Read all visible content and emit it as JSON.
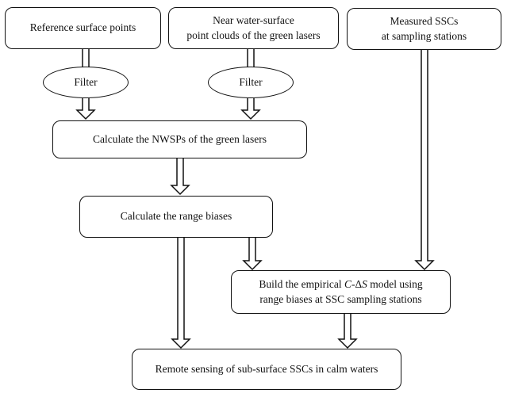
{
  "figure": {
    "background_color": "#ffffff",
    "line_color": "#111111",
    "type": "flowchart"
  },
  "nodes": {
    "reference_surface_points": {
      "label": "Reference surface points"
    },
    "near_water_surface": {
      "label": "Near water-surface\npoint clouds of the green lasers"
    },
    "measured_sscs": {
      "label": "Measured SSCs\nat sampling stations"
    },
    "filter_left": {
      "label": "Filter"
    },
    "filter_right": {
      "label": "Filter"
    },
    "calculate_nwsps": {
      "label": "Calculate the NWSPs of the green lasers"
    },
    "calculate_range_biases": {
      "label": "Calculate the range biases"
    },
    "build_model": {
      "line1_prefix": "Build the empirical ",
      "line1_var1": "C",
      "line1_mid": "-Δ",
      "line1_var2": "S",
      "line1_suffix": " model using",
      "line2": "range biases at SSC sampling stations"
    },
    "remote_sensing": {
      "label": "Remote sensing of sub-surface SSCs in calm waters"
    }
  },
  "edges": [
    {
      "from": "reference_surface_points",
      "to": "filter_left",
      "arrowhead": false
    },
    {
      "from": "filter_left",
      "to": "calculate_nwsps",
      "arrowhead": true
    },
    {
      "from": "near_water_surface",
      "to": "filter_right",
      "arrowhead": false
    },
    {
      "from": "filter_right",
      "to": "calculate_nwsps",
      "arrowhead": true
    },
    {
      "from": "measured_sscs",
      "to": "build_model",
      "arrowhead": true
    },
    {
      "from": "calculate_nwsps",
      "to": "calculate_range_biases",
      "arrowhead": true
    },
    {
      "from": "calculate_range_biases",
      "to": "remote_sensing",
      "arrowhead": true
    },
    {
      "from": "calculate_range_biases",
      "to": "build_model",
      "arrowhead": true
    },
    {
      "from": "build_model",
      "to": "remote_sensing",
      "arrowhead": true
    }
  ]
}
